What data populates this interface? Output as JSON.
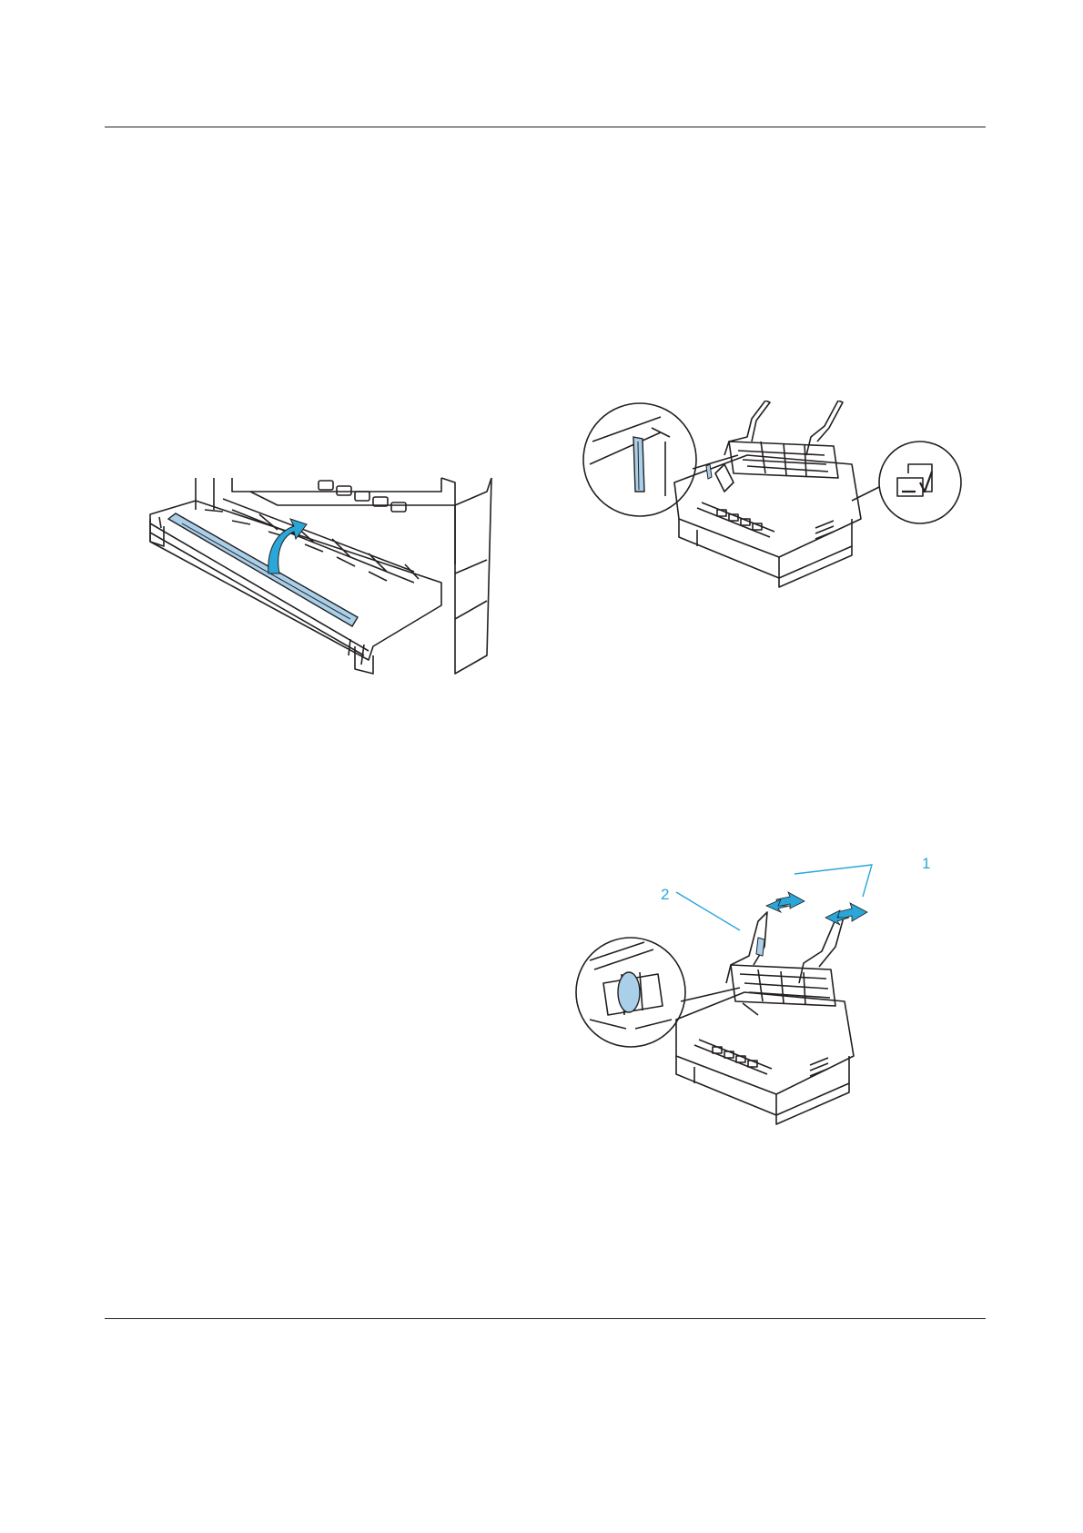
{
  "page": {
    "background": "#ffffff"
  },
  "colors": {
    "line": "#231f20",
    "accent": "#2aa7d8",
    "accent_fill": "#a9cfe9"
  },
  "figures": [
    {
      "id": "fig-paper-guide",
      "icon": "paper-guide-illustration",
      "labels": []
    },
    {
      "id": "fig-printer-sheet-feeder",
      "icon": "printer-sheet-feeder-illustration",
      "labels": []
    },
    {
      "id": "fig-edge-guides",
      "icon": "printer-edge-guides-illustration",
      "labels": [
        {
          "text": "1"
        },
        {
          "text": "2"
        }
      ]
    }
  ]
}
